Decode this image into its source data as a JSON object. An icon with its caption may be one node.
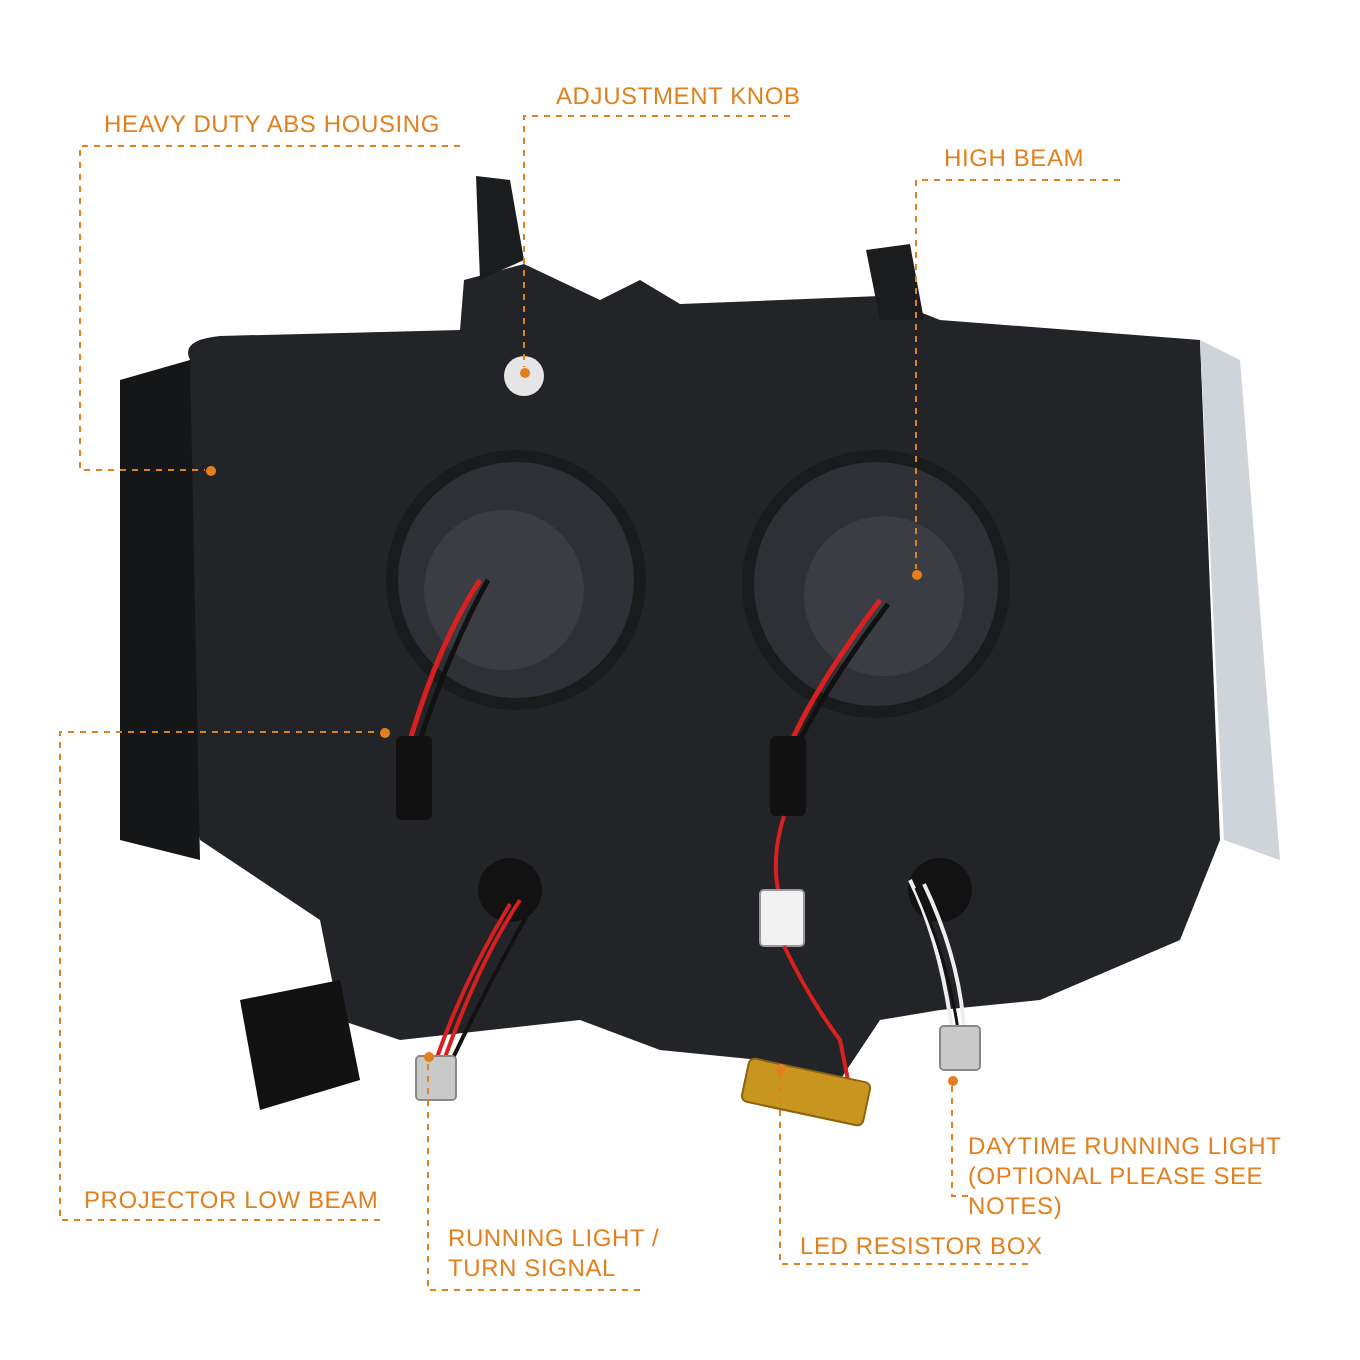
{
  "diagram": {
    "nodes": [
      {
        "text": [
          "HEAVY DUTY ABS HOUSING"
        ]
      },
      {
        "text": [
          "ADJUSTMENT KNOB"
        ]
      },
      {
        "text": [
          "HIGH  BEAM"
        ]
      },
      {
        "text": [
          "PROJECTOR LOW BEAM"
        ]
      },
      {
        "text": [
          "RUNNING LIGHT / TURN SIGNAL"
        ]
      },
      {
        "text": [
          "LED RESISTOR BOX"
        ]
      },
      {
        "text": [
          "DAYTIME RUNNING LIGHT (OPTIONAL PLEASE SEE NOTES)"
        ]
      },
      {
        "text": [],
        "shape": "circle"
      },
      {
        "text": [],
        "shape": "circle"
      },
      {
        "text": [],
        "shape": "circle"
      },
      {
        "text": [],
        "shape": "circle"
      },
      {
        "text": [],
        "shape": "circle"
      },
      {
        "text": [],
        "shape": "circle"
      },
      {
        "text": [],
        "shape": "circle"
      }
    ],
    "edges": [
      {
        "from": 0,
        "to": 7,
        "arrow": "none",
        "style": "dashed"
      },
      {
        "from": 1,
        "to": 8,
        "arrow": "none",
        "style": "dashed"
      },
      {
        "from": 2,
        "to": 9,
        "arrow": "none",
        "style": "dashed"
      },
      {
        "from": 3,
        "to": 10,
        "arrow": "none",
        "style": "dashed"
      },
      {
        "from": 4,
        "to": 11,
        "arrow": "none",
        "style": "dashed"
      },
      {
        "from": 5,
        "to": 12,
        "arrow": "none",
        "style": "dashed"
      },
      {
        "from": 6,
        "to": 13,
        "arrow": "none",
        "style": "dashed"
      }
    ]
  }
}
